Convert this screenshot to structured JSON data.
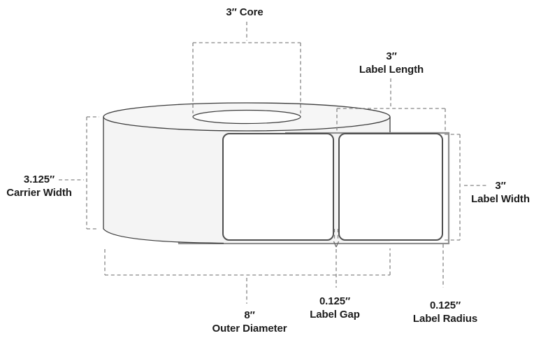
{
  "annotations": {
    "core": {
      "line1": "3″ Core"
    },
    "label_length": {
      "line1": "3″",
      "line2": "Label Length"
    },
    "carrier_width": {
      "line1": "3.125″",
      "line2": "Carrier Width"
    },
    "label_width": {
      "line1": "3″",
      "line2": "Label Width"
    },
    "outer_diameter": {
      "line1": "8″",
      "line2": "Outer Diameter"
    },
    "label_gap": {
      "line1": "0.125″",
      "line2": "Label Gap"
    },
    "label_radius": {
      "line1": "0.125″",
      "line2": "Label Radius"
    }
  },
  "colors": {
    "background": "#ffffff",
    "outline": "#3d3d3d",
    "strip_edge": "#8f8f8f",
    "label_border": "#4f4f4f",
    "dashed_line": "#868686",
    "roll_fill": "#f4f4f4",
    "roll_top_fill": "#f6f6f6",
    "core_fill": "#fdfdfd",
    "label_fill": "#ffffff",
    "text": "#1b1b1b"
  }
}
